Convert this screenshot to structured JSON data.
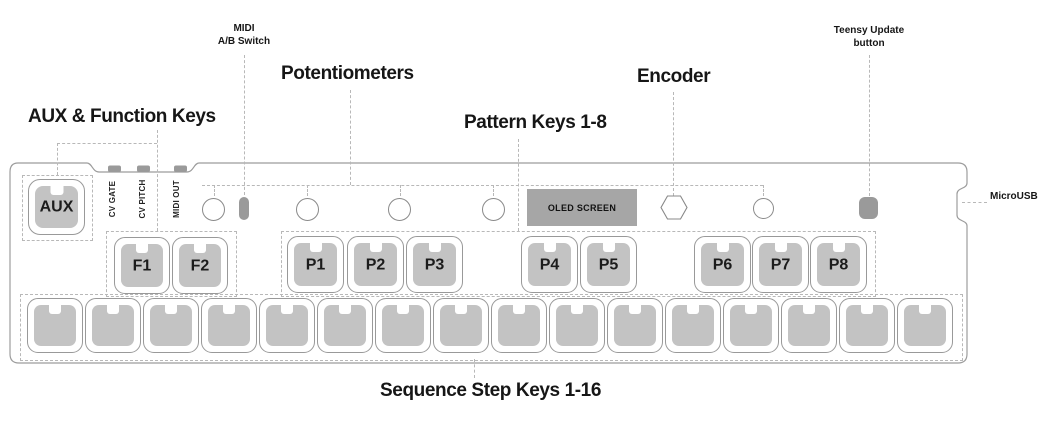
{
  "title_labels": {
    "aux_function": "AUX & Function Keys",
    "potentiometers": "Potentiometers",
    "pattern_keys": "Pattern Keys 1-8",
    "encoder": "Encoder",
    "sequence_steps": "Sequence Step Keys 1-16"
  },
  "small_labels": {
    "midi_switch_line1": "MIDI",
    "midi_switch_line2": "A/B Switch",
    "teensy_line1": "Teensy Update",
    "teensy_line2": "button",
    "microusb": "MicroUSB"
  },
  "device": {
    "port_labels": [
      "CV GATE",
      "CV PITCH",
      "MIDI OUT"
    ],
    "oled_label": "OLED SCREEN",
    "aux_key_label": "AUX",
    "function_key_labels": [
      "F1",
      "F2"
    ],
    "pattern_key_labels": [
      "P1",
      "P2",
      "P3",
      "P4",
      "P5",
      "P6",
      "P7",
      "P8"
    ],
    "step_key_count": 16,
    "potentiometer_count": 5,
    "encoder_count": 1
  },
  "colors": {
    "keycap": "#c3c3c3",
    "key_border": "#999999",
    "oled_bg": "#a6a6a6",
    "port_fill": "#9a9a9a",
    "outline": "#9c9c9c",
    "annotation_dash": "#b8b8b8",
    "text": "#161616"
  }
}
